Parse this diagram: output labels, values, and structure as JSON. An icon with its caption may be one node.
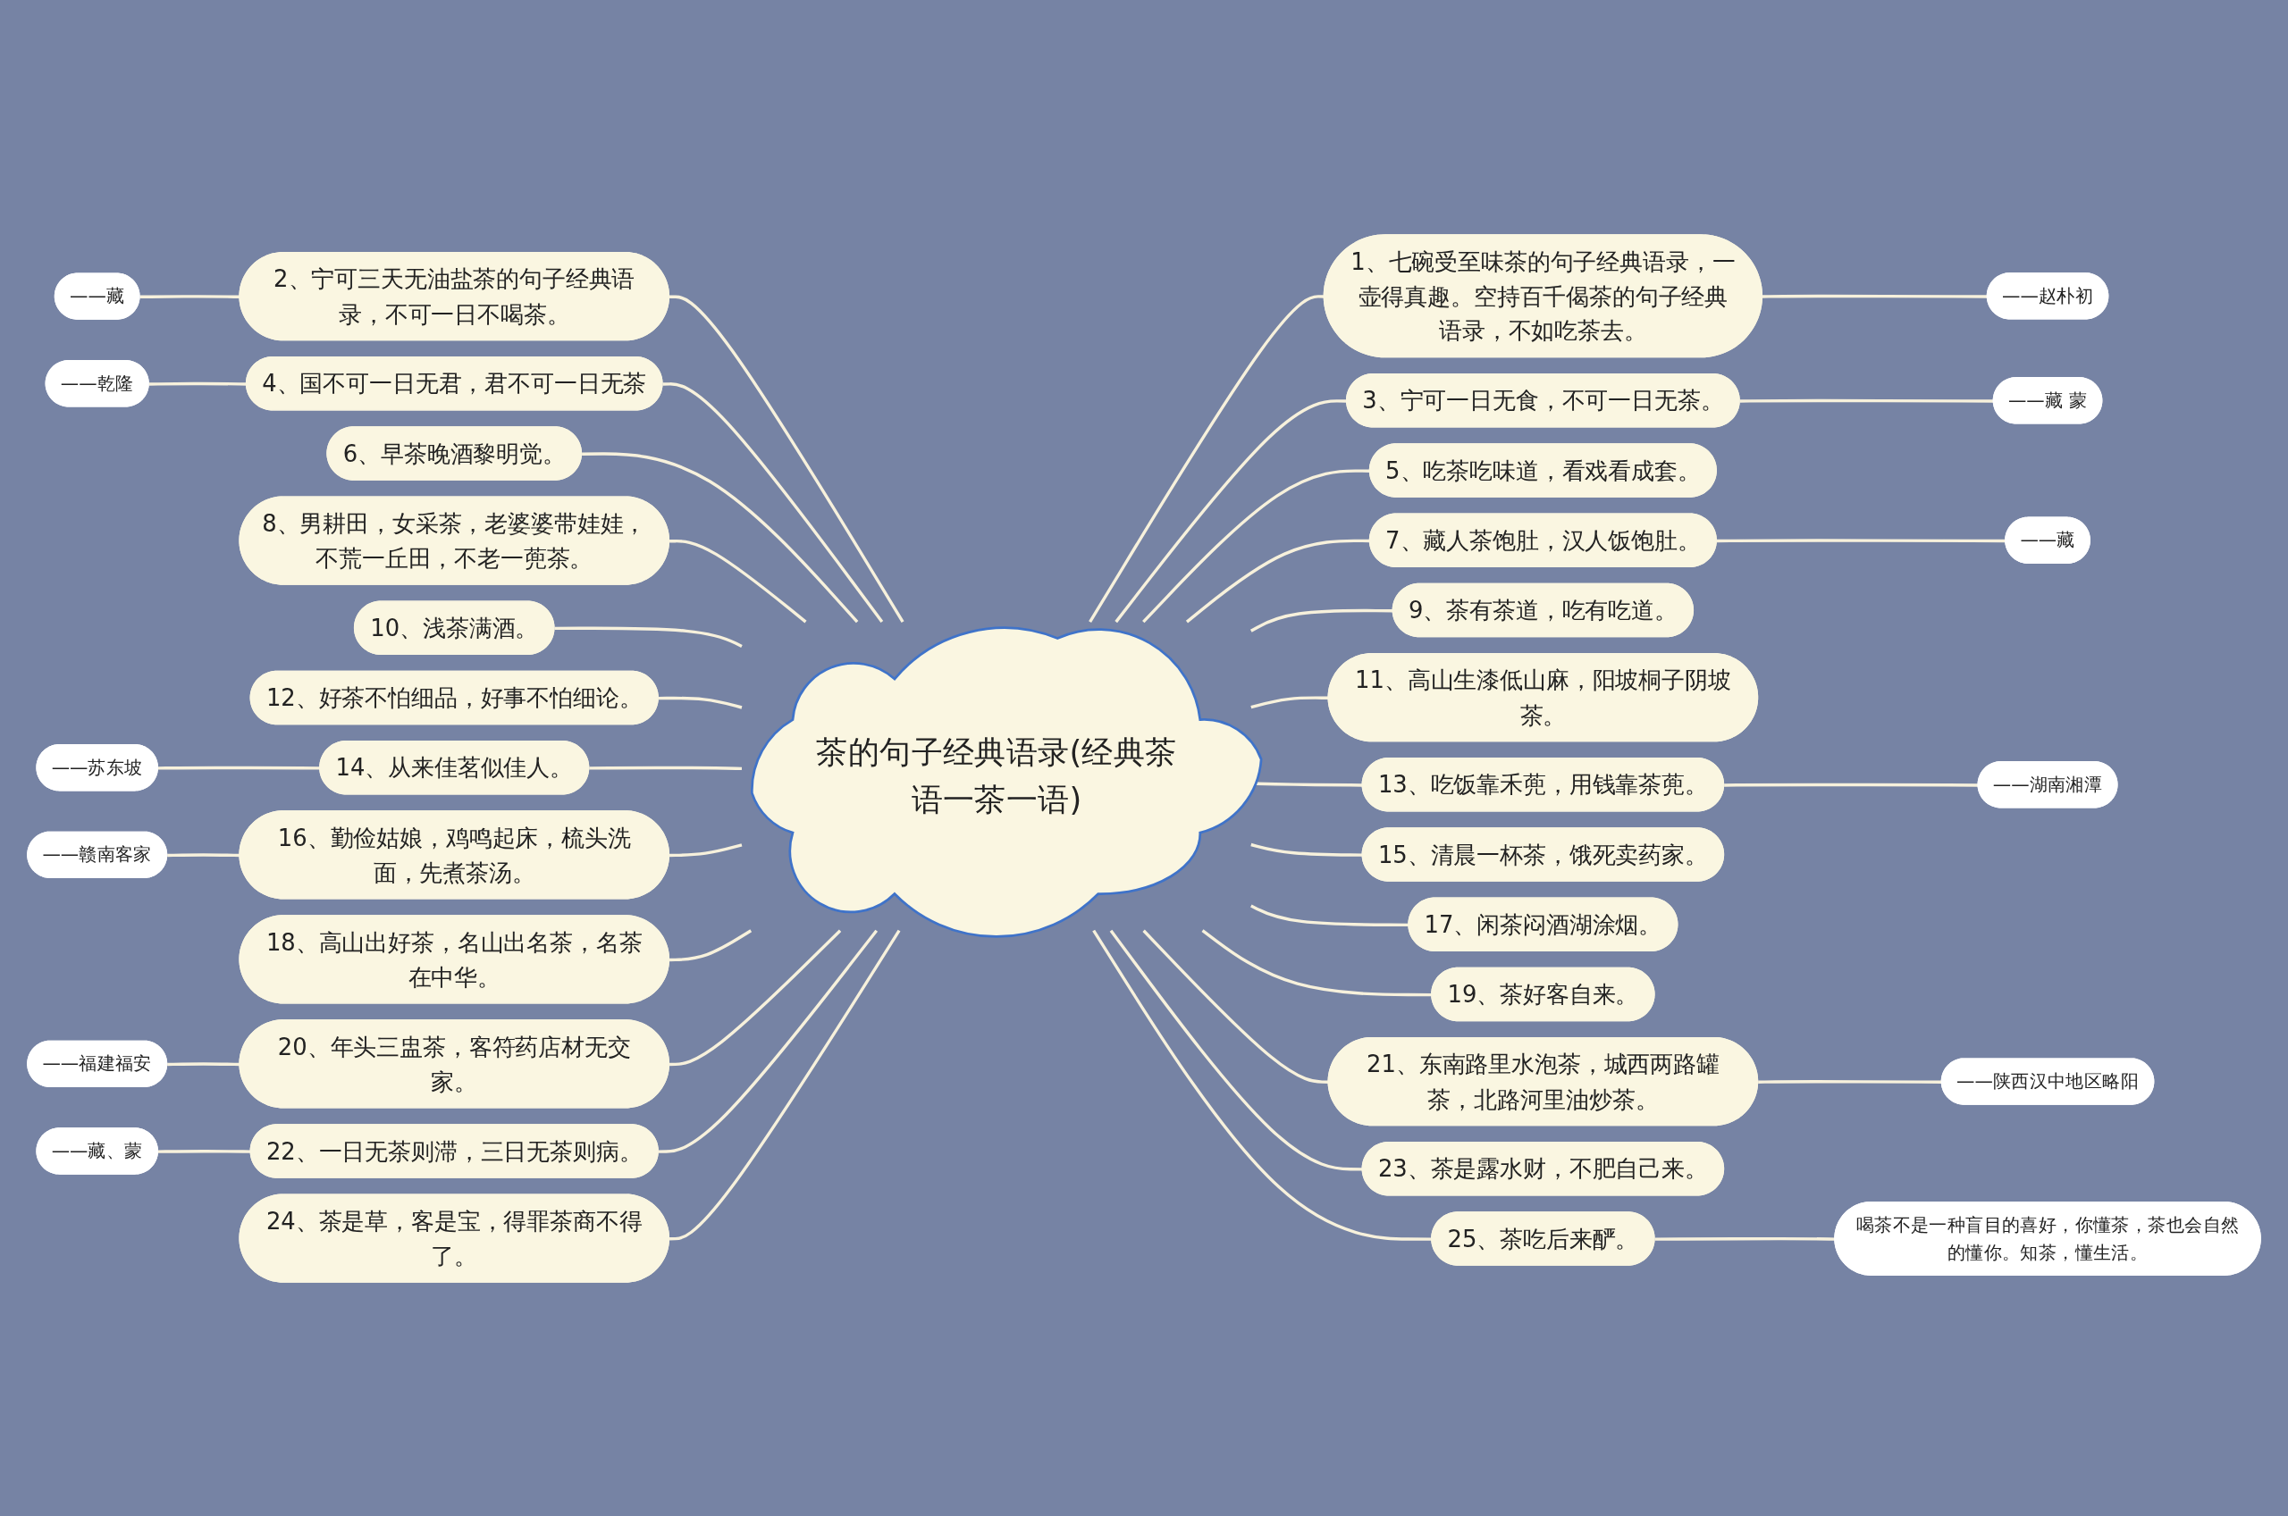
{
  "diagram": {
    "nodes": [
      {
        "text": [
          "茶的句子经典语录(经典茶语一茶一语)"
        ]
      },
      {
        "text": [
          "1、七碗受至味茶的句子经典语录，一壶得真趣。空持百千偈茶的句子经典语录，不如吃茶去。"
        ]
      },
      {
        "text": [
          "——赵朴初"
        ]
      },
      {
        "text": [
          "2、宁可三天无油盐茶的句子经典语录，不可一日不喝茶。"
        ]
      },
      {
        "text": [
          "——藏"
        ]
      },
      {
        "text": [
          "3、宁可一日无食，不可一日无茶。"
        ]
      },
      {
        "text": [
          "——藏 蒙"
        ]
      },
      {
        "text": [
          "4、国不可一日无君，君不可一日无茶"
        ]
      },
      {
        "text": [
          "——乾隆"
        ]
      },
      {
        "text": [
          "5、吃茶吃味道，看戏看成套。"
        ]
      },
      {
        "text": [
          "6、早茶晚酒黎明觉。"
        ]
      },
      {
        "text": [
          "7、藏人茶饱肚，汉人饭饱肚。"
        ]
      },
      {
        "text": [
          "——藏"
        ]
      },
      {
        "text": [
          "8、男耕田，女采茶，老婆婆带娃娃，不荒一丘田，不老一蔸茶。"
        ]
      },
      {
        "text": [
          "9、茶有茶道，吃有吃道。"
        ]
      },
      {
        "text": [
          "10、浅茶满酒。"
        ]
      },
      {
        "text": [
          "11、高山生漆低山麻，阳坡桐子阴坡茶。"
        ]
      },
      {
        "text": [
          "12、好茶不怕细品，好事不怕细论。"
        ]
      },
      {
        "text": [
          "13、吃饭靠禾蔸，用钱靠茶蔸。"
        ]
      },
      {
        "text": [
          "——湖南湘潭"
        ]
      },
      {
        "text": [
          "14、从来佳茗似佳人。"
        ]
      },
      {
        "text": [
          "——苏东坡"
        ]
      },
      {
        "text": [
          "15、清晨一杯茶，饿死卖药家。"
        ]
      },
      {
        "text": [
          "16、勤俭姑娘，鸡鸣起床，梳头洗面，先煮茶汤。"
        ]
      },
      {
        "text": [
          "——赣南客家"
        ]
      },
      {
        "text": [
          "17、闲茶闷酒湖涂烟。"
        ]
      },
      {
        "text": [
          "18、高山出好茶，名山出名茶，名茶在中华。"
        ]
      },
      {
        "text": [
          "19、茶好客自来。"
        ]
      },
      {
        "text": [
          "20、年头三盅茶，客符药店材无交家。"
        ]
      },
      {
        "text": [
          "——福建福安"
        ]
      },
      {
        "text": [
          "21、东南路里水泡茶，城西两路罐茶，北路河里油炒茶。"
        ]
      },
      {
        "text": [
          "——陕西汉中地区略阳"
        ]
      },
      {
        "text": [
          "22、一日无茶则滞，三日无茶则病。"
        ]
      },
      {
        "text": [
          "——藏、蒙"
        ]
      },
      {
        "text": [
          "23、茶是露水财，不肥自己来。"
        ]
      },
      {
        "text": [
          "24、茶是草，客是宝，得罪茶商不得了。"
        ]
      },
      {
        "text": [
          "25、茶吃后来酽。"
        ]
      },
      {
        "text": [
          "喝茶不是一种盲目的喜好，你懂茶，茶也会自然的懂你。知茶，懂生活。"
        ]
      }
    ],
    "edges": [
      {
        "from": 0,
        "to": 1,
        "arrow": "none"
      },
      {
        "from": 1,
        "to": 2,
        "arrow": "none"
      },
      {
        "from": 3,
        "to": 0,
        "arrow": "none"
      },
      {
        "from": 4,
        "to": 3,
        "arrow": "none"
      },
      {
        "from": 0,
        "to": 5,
        "arrow": "none"
      },
      {
        "from": 5,
        "to": 6,
        "arrow": "none"
      },
      {
        "from": 7,
        "to": 0,
        "arrow": "none"
      },
      {
        "from": 8,
        "to": 7,
        "arrow": "none"
      },
      {
        "from": 0,
        "to": 9,
        "arrow": "none"
      },
      {
        "from": 10,
        "to": 0,
        "arrow": "none"
      },
      {
        "from": 0,
        "to": 11,
        "arrow": "none"
      },
      {
        "from": 11,
        "to": 12,
        "arrow": "none"
      },
      {
        "from": 13,
        "to": 0,
        "arrow": "none"
      },
      {
        "from": 0,
        "to": 14,
        "arrow": "none"
      },
      {
        "from": 15,
        "to": 0,
        "arrow": "none"
      },
      {
        "from": 0,
        "to": 16,
        "arrow": "none"
      },
      {
        "from": 17,
        "to": 0,
        "arrow": "none"
      },
      {
        "from": 0,
        "to": 18,
        "arrow": "none"
      },
      {
        "from": 18,
        "to": 19,
        "arrow": "none"
      },
      {
        "from": 20,
        "to": 0,
        "arrow": "none"
      },
      {
        "from": 21,
        "to": 20,
        "arrow": "none"
      },
      {
        "from": 0,
        "to": 22,
        "arrow": "none"
      },
      {
        "from": 23,
        "to": 0,
        "arrow": "none"
      },
      {
        "from": 24,
        "to": 23,
        "arrow": "none"
      },
      {
        "from": 0,
        "to": 25,
        "arrow": "none"
      },
      {
        "from": 26,
        "to": 0,
        "arrow": "none"
      },
      {
        "from": 0,
        "to": 27,
        "arrow": "none"
      },
      {
        "from": 28,
        "to": 0,
        "arrow": "none"
      },
      {
        "from": 29,
        "to": 28,
        "arrow": "none"
      },
      {
        "from": 0,
        "to": 30,
        "arrow": "none"
      },
      {
        "from": 30,
        "to": 31,
        "arrow": "none"
      },
      {
        "from": 32,
        "to": 0,
        "arrow": "none"
      },
      {
        "from": 33,
        "to": 32,
        "arrow": "none"
      },
      {
        "from": 0,
        "to": 34,
        "arrow": "none"
      },
      {
        "from": 35,
        "to": 0,
        "arrow": "none"
      },
      {
        "from": 0,
        "to": 36,
        "arrow": "none"
      },
      {
        "from": 36,
        "to": 37,
        "arrow": "none"
      }
    ]
  }
}
